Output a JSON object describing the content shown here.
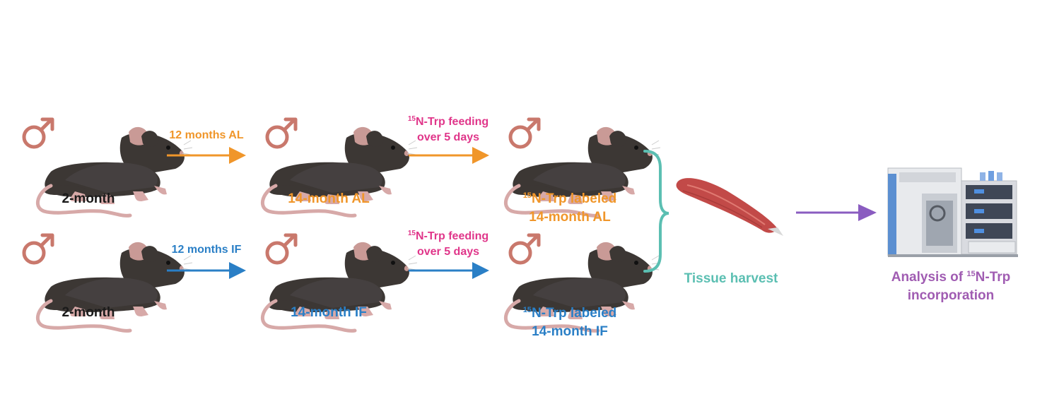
{
  "colors": {
    "male_symbol": "#c9786c",
    "al": "#f0962a",
    "if": "#2a7fc6",
    "feeding": "#e0368a",
    "harvest": "#5bbfb2",
    "analysis": "#a05cb2",
    "black_text": "#1a1a1a",
    "mouse_body": "#3c3734",
    "mouse_ear": "#c99a96",
    "mouse_tail": "#d7a9a8",
    "muscle": "#c24a48",
    "final_arrow": "#8a5cc0"
  },
  "icons": {
    "male": "male-symbol-icon",
    "mouse": "mouse-icon",
    "muscle": "muscle-tissue-icon",
    "machine": "mass-spectrometer-icon"
  },
  "male_symbol": "♂",
  "top_row": {
    "start_label": "2-month",
    "arrow1_label": "12 months AL",
    "mid_label": "14-month AL",
    "feeding_sup": "15",
    "feeding_line1": "N-Trp feeding",
    "feeding_line2": "over 5 days",
    "end_sup": "15",
    "end_line1": "N-Trp labeled",
    "end_line2": "14-month AL"
  },
  "bottom_row": {
    "start_label": "2-month",
    "arrow1_label": "12 months IF",
    "mid_label": "14-month IF",
    "feeding_sup": "15",
    "feeding_line1": "N-Trp feeding",
    "feeding_line2": "over 5 days",
    "end_sup": "15",
    "end_line1": "N-Trp labeled",
    "end_line2": "14-month IF"
  },
  "harvest_label": "Tissue harvest",
  "analysis": {
    "line1_pre": "Analysis of ",
    "line1_sup": "15",
    "line1_post": "N-Trp",
    "line2": "incorporation"
  }
}
